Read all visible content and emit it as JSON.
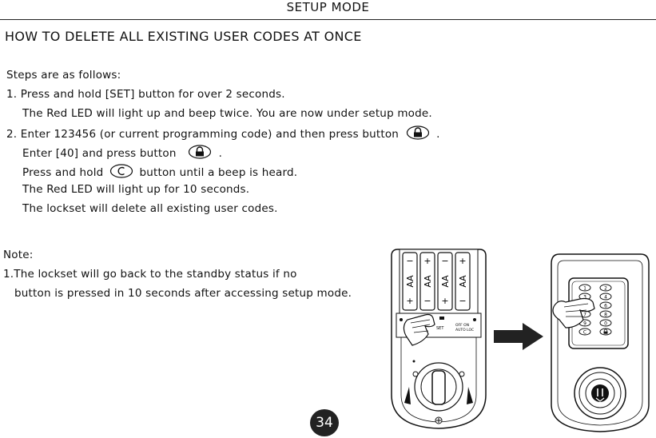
{
  "header": {
    "title": "SETUP MODE"
  },
  "section_title": "HOW TO DELETE ALL EXISTING USER CODES AT ONCE",
  "steps": {
    "intro": "Steps are as follows:",
    "s1_a": "1. Press and hold [SET] button for over 2 seconds.",
    "s1_b": "The Red LED will light up and beep twice. You are now under setup mode.",
    "s2_a": "2. Enter 123456 (or current programming code) and then press button",
    "s2_a_end": ".",
    "s2_b": "Enter [40] and press button",
    "s2_b_end": ".",
    "s2_c_pre": "Press and hold",
    "s2_c_post": "button until a beep is heard.",
    "s2_d": "The Red LED will light up for 10 seconds.",
    "s2_e": "The lockset will delete all existing user codes."
  },
  "note": {
    "label": "Note:",
    "line1": "1.The lockset will go back to the standby status if no",
    "line2": "button is pressed in 10 seconds after accessing setup mode."
  },
  "icons": {
    "lock_key": "lock-button-icon",
    "c_key": "c-button-icon",
    "arrow": "right-arrow-icon"
  },
  "illustration": {
    "battery_label": "AA",
    "set_label": "SET",
    "switch_label_1": "OFF ON",
    "switch_label_2": "AUTO LOC",
    "keypad_keys": [
      "1",
      "2",
      "3",
      "4",
      "5",
      "6",
      "7",
      "8",
      "9",
      "0",
      "C"
    ]
  },
  "page_number": "34"
}
